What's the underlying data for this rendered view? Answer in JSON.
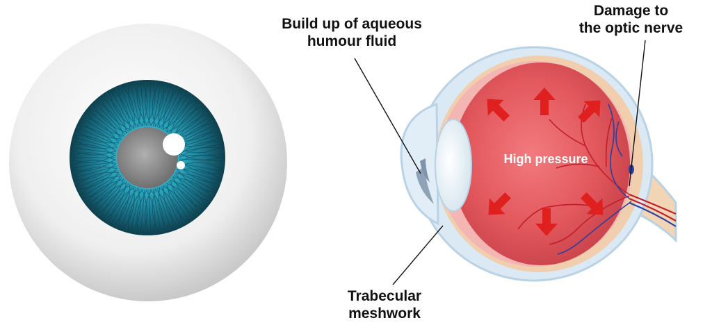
{
  "labels": {
    "aqueous": [
      "Build up of aqueous",
      "humour fluid"
    ],
    "optic_nerve": [
      "Damage to",
      "the optic nerve"
    ],
    "trabecular": [
      "Trabecular",
      "meshwork"
    ],
    "pressure": "High pressure"
  },
  "icons": {
    "front_eye": "eyeball-front-icon",
    "cross_section": "eye-cross-section-icon",
    "pressure_arrows": "red-arrow-icon"
  },
  "colors": {
    "sclera": "#f2f2f2",
    "iris": "#1e8fa8",
    "pupil": "#8c8c8c",
    "eye_interior": "#e0555a",
    "pressure_arrow": "#e01f1f",
    "choroid": "#f1c7a7",
    "outer_membrane": "#d8e8f3",
    "vessel_red": "#c01f2a",
    "vessel_blue": "#2b3f9e",
    "label_text": "#111111"
  }
}
